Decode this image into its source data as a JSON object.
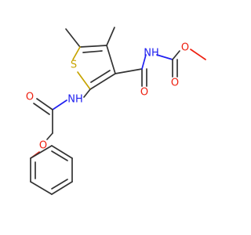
{
  "diagram": {
    "type": "chemical-structure",
    "colors": {
      "carbon": "#333333",
      "sulfur": "#c7a400",
      "nitrogen": "#2020f0",
      "oxygen": "#ee2010",
      "background": "#ffffff"
    },
    "atoms": {
      "sulfur_ring": {
        "label": "S",
        "element": "sulfur"
      },
      "amide_nh_left": {
        "label": "NH",
        "element": "nitrogen"
      },
      "carbamate_nh": {
        "label": "NH",
        "element": "nitrogen"
      },
      "ester_o_single": {
        "label": "O",
        "element": "oxygen"
      },
      "carbamate_o_double": {
        "label": "O",
        "element": "oxygen"
      },
      "amide_o_right": {
        "label": "O",
        "element": "oxygen"
      },
      "amide_o_left": {
        "label": "O",
        "element": "oxygen"
      },
      "ether_o": {
        "label": "O",
        "element": "oxygen"
      }
    }
  }
}
